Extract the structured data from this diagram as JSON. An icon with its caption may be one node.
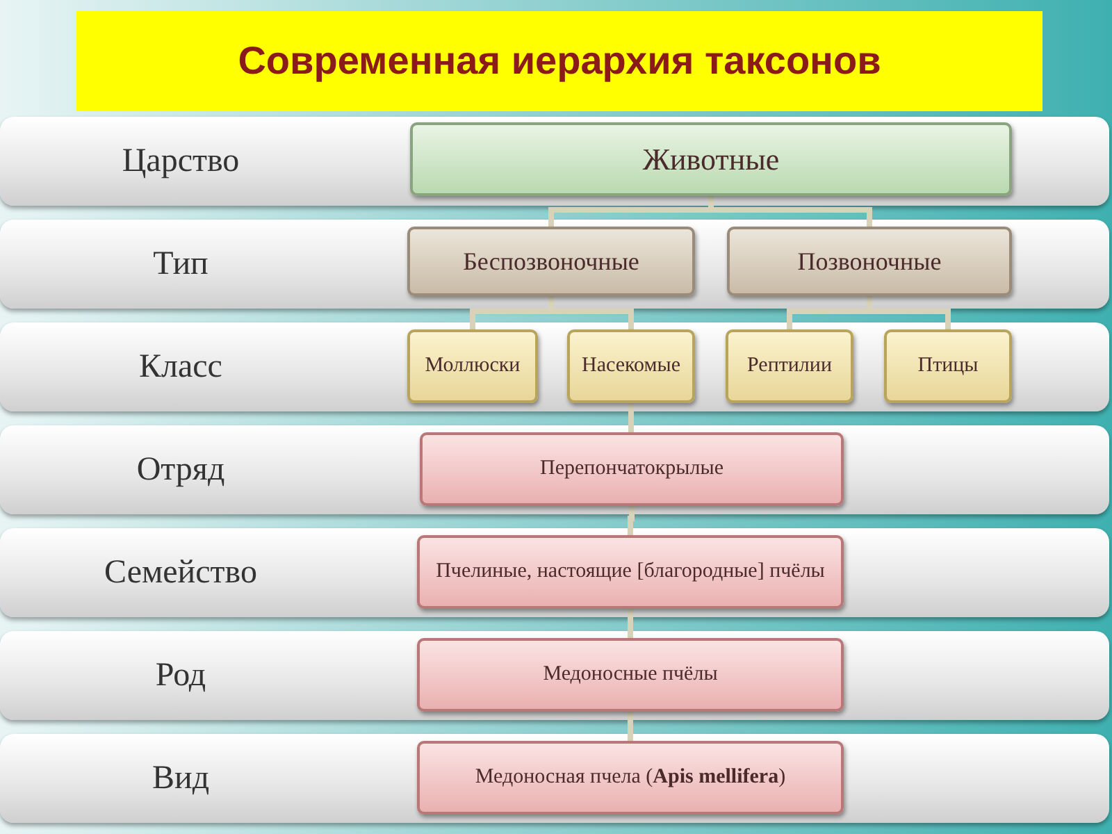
{
  "diagram": {
    "title": "Современная иерархия таксонов",
    "nodes": [
      {
        "text": [
          "Царство"
        ]
      },
      {
        "text": [
          "Животные"
        ],
        "in": 0
      },
      {
        "text": [
          "Тип"
        ]
      },
      {
        "text": [
          "Беспозвоночные"
        ],
        "in": 2
      },
      {
        "text": [
          "Позвоночные"
        ],
        "in": 2
      },
      {
        "text": [
          "Класс"
        ]
      },
      {
        "text": [
          "Моллюски"
        ],
        "in": 5
      },
      {
        "text": [
          "Насекомые"
        ],
        "in": 5
      },
      {
        "text": [
          "Рептилии"
        ],
        "in": 5
      },
      {
        "text": [
          "Птицы"
        ],
        "in": 5
      },
      {
        "text": [
          "Отряд"
        ]
      },
      {
        "text": [
          "Перепончатокрылые"
        ],
        "in": 10
      },
      {
        "text": [
          "Семейство"
        ]
      },
      {
        "text": [
          "Пчелиные, настоящие [благородные] пчёлы"
        ],
        "in": 12
      },
      {
        "text": [
          "Род"
        ]
      },
      {
        "text": [
          "Медоносные пчёлы"
        ],
        "in": 14
      },
      {
        "text": [
          "Вид"
        ]
      },
      {
        "text": [
          "Медоносная пчела (**Apis mellifera**)"
        ],
        "in": 16
      }
    ],
    "edges": [
      {
        "from": 1,
        "to": 3,
        "arrow": "none"
      },
      {
        "from": 1,
        "to": 4,
        "arrow": "none"
      },
      {
        "from": 3,
        "to": 6,
        "arrow": "none"
      },
      {
        "from": 3,
        "to": 7,
        "arrow": "none"
      },
      {
        "from": 4,
        "to": 8,
        "arrow": "none"
      },
      {
        "from": 4,
        "to": 9,
        "arrow": "none"
      },
      {
        "from": 7,
        "to": 11,
        "arrow": "none"
      },
      {
        "from": 11,
        "to": 13,
        "arrow": "none"
      },
      {
        "from": 13,
        "to": 15,
        "arrow": "none"
      },
      {
        "from": 15,
        "to": 17,
        "arrow": "none"
      }
    ]
  }
}
